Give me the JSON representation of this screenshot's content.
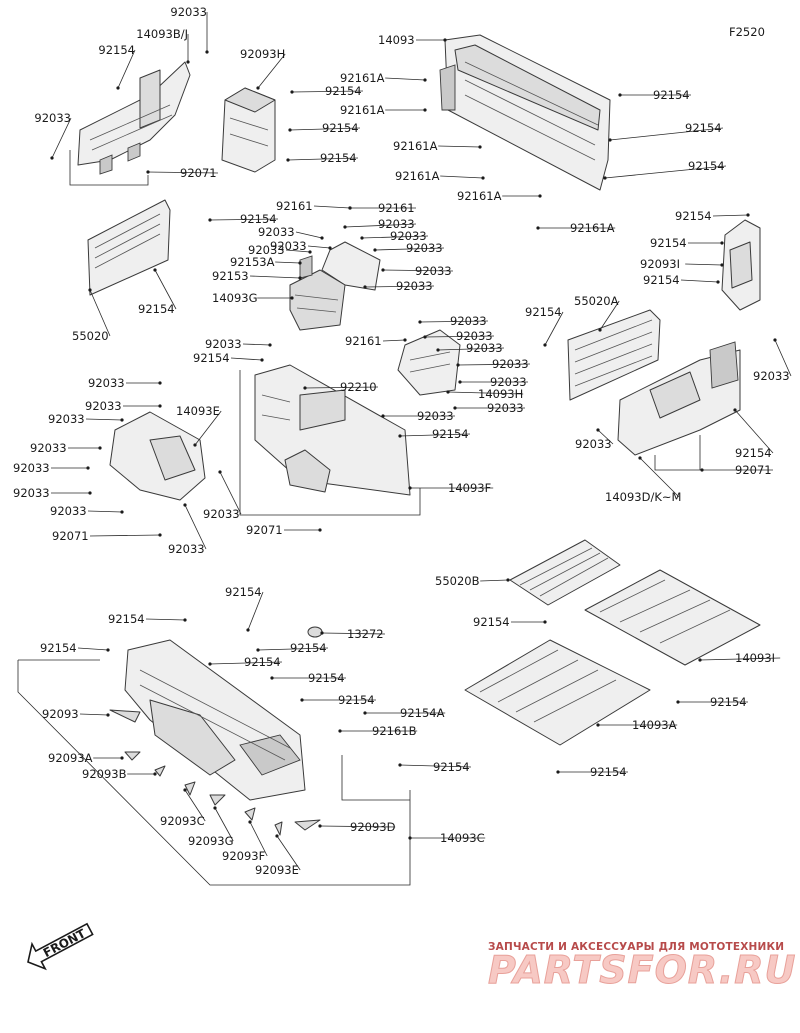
{
  "figure_code": "F2520",
  "labels": {
    "l_92033_a": "92033",
    "l_14093BJ": "14093B/J",
    "l_92154_a": "92154",
    "l_92033_b": "92033",
    "l_92071_a": "92071",
    "l_92093H": "92093H",
    "l_92154_b": "92154",
    "l_92154_c": "92154",
    "l_92154_d": "92154",
    "l_14093": "14093",
    "l_92161A_a": "92161A",
    "l_92161A_b": "92161A",
    "l_92161A_c": "92161A",
    "l_92161A_d": "92161A",
    "l_92161A_e": "92161A",
    "l_92161A_f": "92161A",
    "l_92154_e": "92154",
    "l_92154_f": "92154",
    "l_92154_g": "92154",
    "l_92154_h": "92154",
    "l_55020": "55020",
    "l_92154_i": "92154",
    "l_92161_a": "92161",
    "l_92161_b": "92161",
    "l_92033_c": "92033",
    "l_92033_d": "92033",
    "l_92033_e": "92033",
    "l_92033_f": "92033",
    "l_92033_g": "92033",
    "l_92153A": "92153A",
    "l_92153": "92153",
    "l_92033_h": "92033",
    "l_14093G": "14093G",
    "l_92033_i": "92033",
    "l_92154_j": "92154",
    "l_92154_k": "92154",
    "l_92093I": "92093I",
    "l_92154_l": "92154",
    "l_92154_m": "92154",
    "l_55020A": "55020A",
    "l_92033_j": "92033",
    "l_92033_k": "92033",
    "l_92161_c": "92161",
    "l_92033_l": "92033",
    "l_92033_m": "92033",
    "l_92033_n": "92033",
    "l_92154_n": "92154",
    "l_92033_o": "92033",
    "l_92210": "92210",
    "l_14093H": "14093H",
    "l_92033_p": "92033",
    "l_92033_q": "92033",
    "l_92033_r": "92033",
    "l_92154_o": "92154",
    "l_92033_s": "92033",
    "l_14093E": "14093E",
    "l_92033_t": "92033",
    "l_92033_u": "92033",
    "l_92033_v": "92033",
    "l_92033_w": "92033",
    "l_92033_x": "92033",
    "l_92071_b": "92071",
    "l_92033_y": "92033",
    "l_92071_c": "92071",
    "l_14093F": "14093F",
    "l_92033_z": "92033",
    "l_92154_p": "92154",
    "l_92071_d": "92071",
    "l_14093DKM": "14093D/K~M",
    "l_92033_aa": "92033",
    "l_55020B": "55020B",
    "l_92154_q": "92154",
    "l_14093I": "14093I",
    "l_92154_r": "92154",
    "l_92154_s": "92154",
    "l_13272": "13272",
    "l_92154_t": "92154",
    "l_92154_u": "92154",
    "l_92154_v": "92154",
    "l_92154_w": "92154",
    "l_92093": "92093",
    "l_92154_x": "92154",
    "l_92154A": "92154A",
    "l_92161B": "92161B",
    "l_92093A": "92093A",
    "l_92154_y": "92154",
    "l_92093B": "92093B",
    "l_14093A": "14093A",
    "l_92154_z": "92154",
    "l_92154_bb": "92154",
    "l_92093C": "92093C",
    "l_92093D": "92093D",
    "l_92093G": "92093G",
    "l_14093C": "14093C",
    "l_92093F": "92093F",
    "l_92093E": "92093E"
  },
  "front_label": "FRONT",
  "watermark": {
    "tagline": "ЗАПЧАСТИ И АКСЕССУАРЫ ДЛЯ МОТОТЕХНИКИ",
    "logo": "PARTSFOR.RU"
  },
  "colors": {
    "line": "#2a2a2a",
    "part_fill": "#efefef",
    "watermark_red": "#b74b4b",
    "watermark_pink": "#f7c9c4"
  }
}
